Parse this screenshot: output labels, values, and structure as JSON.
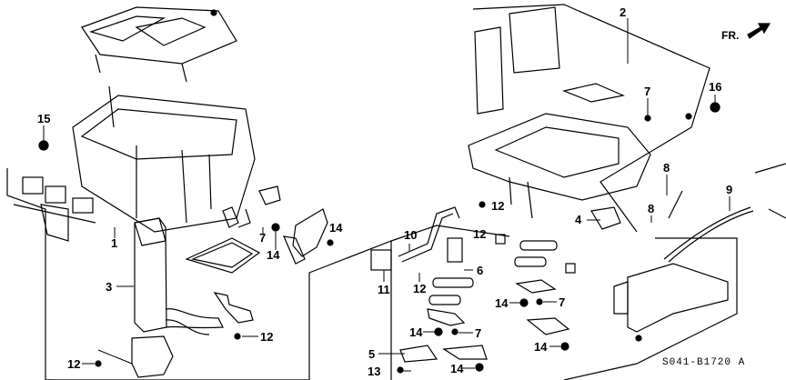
{
  "diagram": {
    "part_code": "S041-B1720 A",
    "direction_label": "FR.",
    "callouts": [
      "2",
      "7",
      "16",
      "15",
      "8",
      "8",
      "9",
      "4",
      "12",
      "12",
      "10",
      "6",
      "11",
      "12",
      "1",
      "3",
      "7",
      "14",
      "14",
      "14",
      "7",
      "14",
      "7",
      "5",
      "13",
      "14",
      "14",
      "12",
      "12"
    ],
    "colors": {
      "line": "#000000",
      "background": "#ffffff"
    }
  }
}
